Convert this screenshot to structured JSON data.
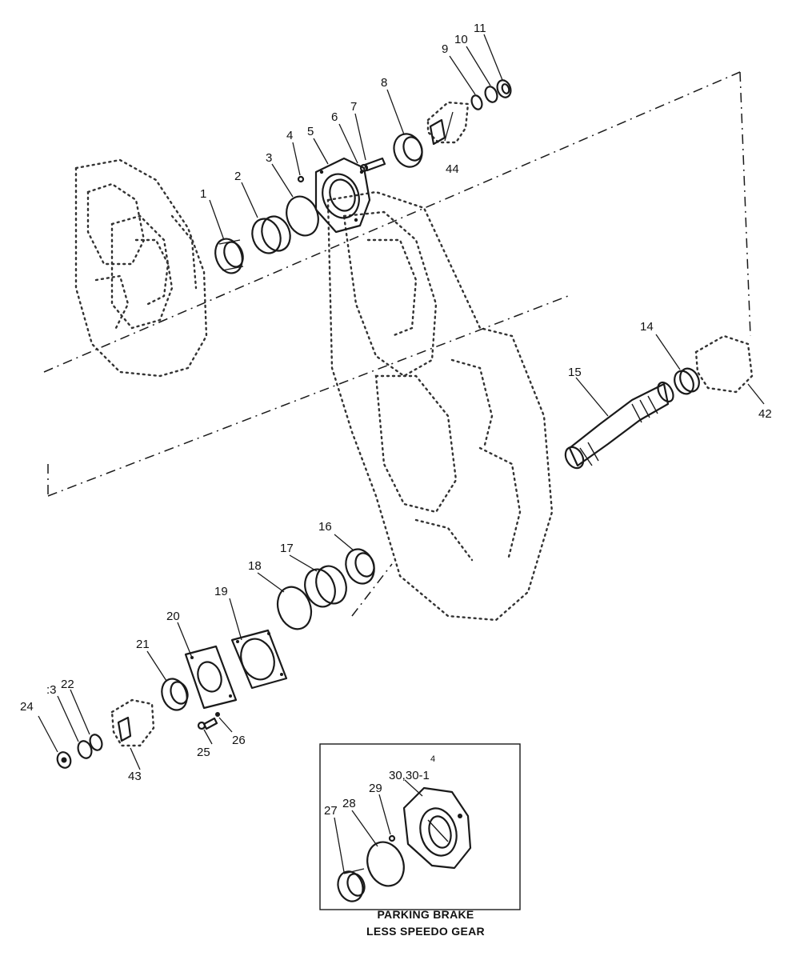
{
  "labels": {
    "p1": "1",
    "p2": "2",
    "p3": "3",
    "p4": "4",
    "p5": "5",
    "p6": "6",
    "p7": "7",
    "p8": "8",
    "p9": "9",
    "p10": "10",
    "p11": "11",
    "p44": "44",
    "p14": "14",
    "p15": "15",
    "p42": "42",
    "p16": "16",
    "p17": "17",
    "p18": "18",
    "p19": "19",
    "p20": "20",
    "p21": "21",
    "p22": "22",
    "p13": ":3",
    "p24": "24",
    "p25": "25",
    "p26": "26",
    "p43": "43",
    "inset_mark": "4",
    "p30": "30,30-1",
    "p29": "29",
    "p28": "28",
    "p27": "27"
  },
  "caption": {
    "line1": "PARKING BRAKE",
    "line2": "LESS SPEEDO GEAR"
  },
  "colors": {
    "ink": "#1a1a1a",
    "background": "#ffffff"
  }
}
